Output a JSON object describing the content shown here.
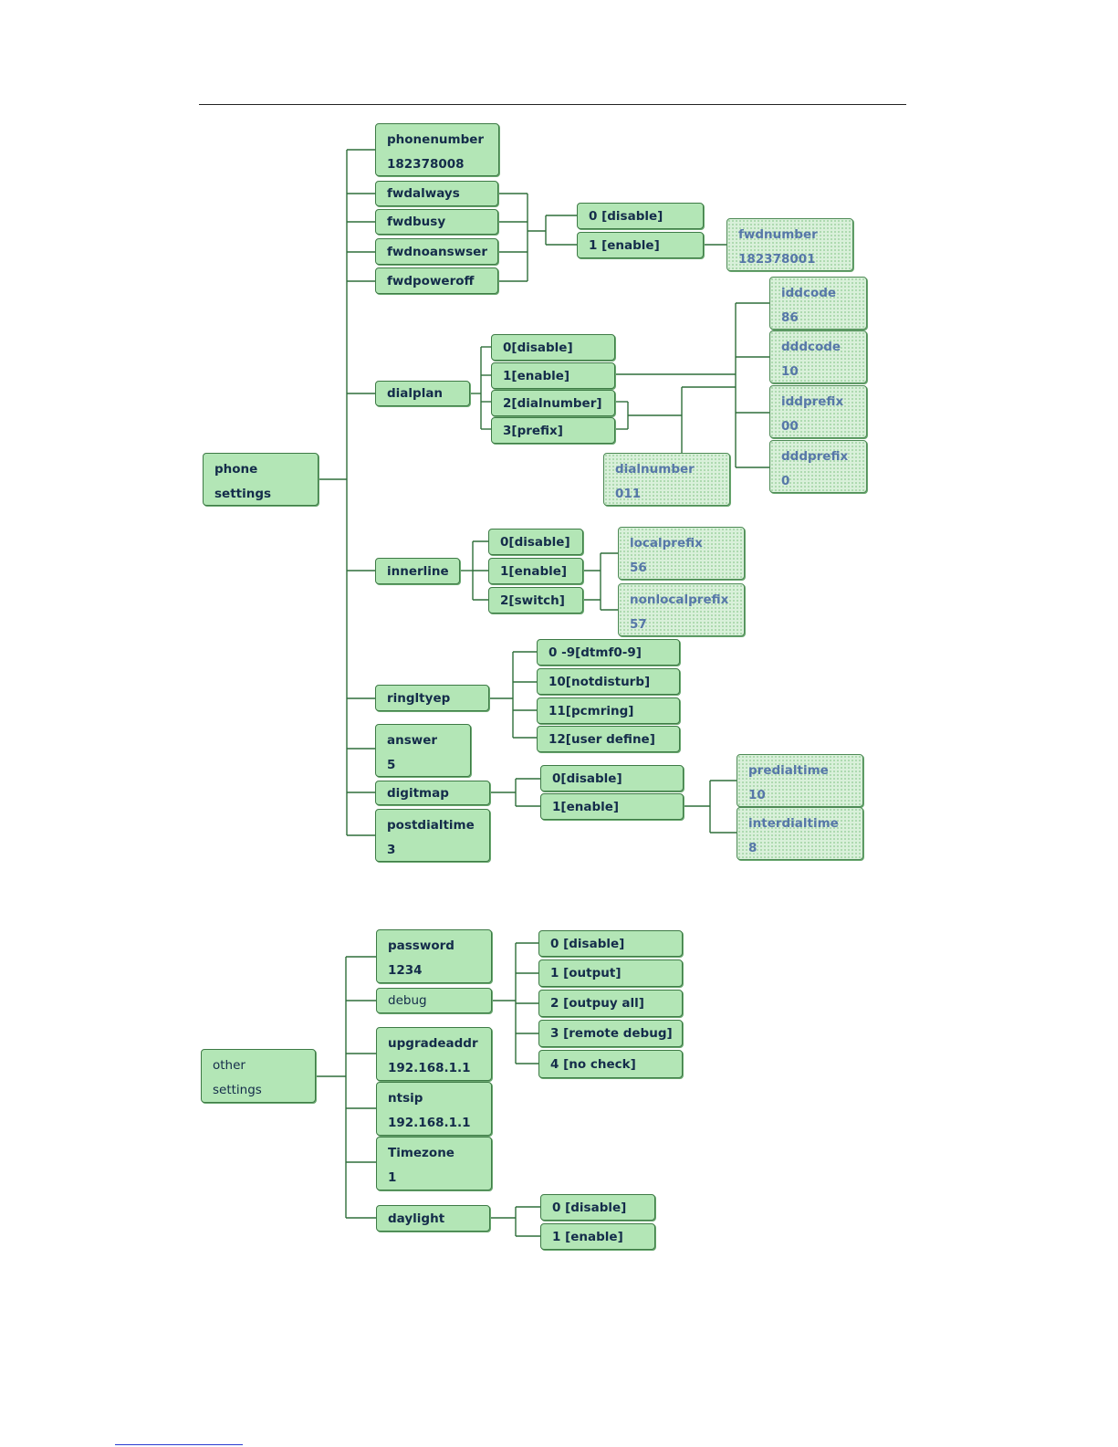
{
  "phone": {
    "root": [
      "phone",
      "settings"
    ],
    "phonenumber": [
      "phonenumber",
      "182378008"
    ],
    "fwd": [
      "fwdalways",
      "fwdbusy",
      "fwdnoanswser",
      "fwdpoweroff"
    ],
    "fwd_opts": [
      "0 [disable]",
      "1 [enable]"
    ],
    "fwdnumber": [
      "fwdnumber",
      "182378001"
    ],
    "dialplan": "dialplan",
    "dialplan_opts": [
      "0[disable]",
      "1[enable]",
      "2[dialnumber]",
      "3[prefix]"
    ],
    "iddcode": [
      "iddcode",
      "86"
    ],
    "dddcode": [
      "dddcode",
      "10"
    ],
    "iddprefix": [
      "iddprefix",
      "00"
    ],
    "dddprefix": [
      "dddprefix",
      "0"
    ],
    "dialnumber": [
      "dialnumber",
      "011"
    ],
    "innerline": "innerline",
    "innerline_opts": [
      "0[disable]",
      "1[enable]",
      "2[switch]"
    ],
    "localprefix": [
      "localprefix",
      "56"
    ],
    "nonlocalprefix": [
      "nonlocalprefix",
      "57"
    ],
    "ringtype": "ringltyep",
    "ringtype_opts": [
      "0 -9[dtmf0-9]",
      "10[notdisturb]",
      "11[pcmring]",
      "12[user define]"
    ],
    "answer": [
      "answer",
      "5"
    ],
    "digitmap": "digitmap",
    "digitmap_opts": [
      "0[disable]",
      "1[enable]"
    ],
    "predialtime": [
      "predialtime",
      "10"
    ],
    "interdialtime": [
      "interdialtime",
      "8"
    ],
    "postdialtime": [
      "postdialtime",
      "3"
    ]
  },
  "other": {
    "root": [
      "other",
      "settings"
    ],
    "password": [
      "password",
      "1234"
    ],
    "debug": "debug",
    "debug_opts": [
      "0 [disable]",
      "1 [output]",
      "2 [outpuy all]",
      "3 [remote debug]",
      "4 [no check]"
    ],
    "upgradeaddr": [
      "upgradeaddr",
      "192.168.1.1"
    ],
    "ntsip": [
      "ntsip",
      "192.168.1.1"
    ],
    "timezone": [
      "Timezone",
      "1"
    ],
    "daylight": "daylight",
    "daylight_opts": [
      "0 [disable]",
      "1 [enable]"
    ]
  }
}
